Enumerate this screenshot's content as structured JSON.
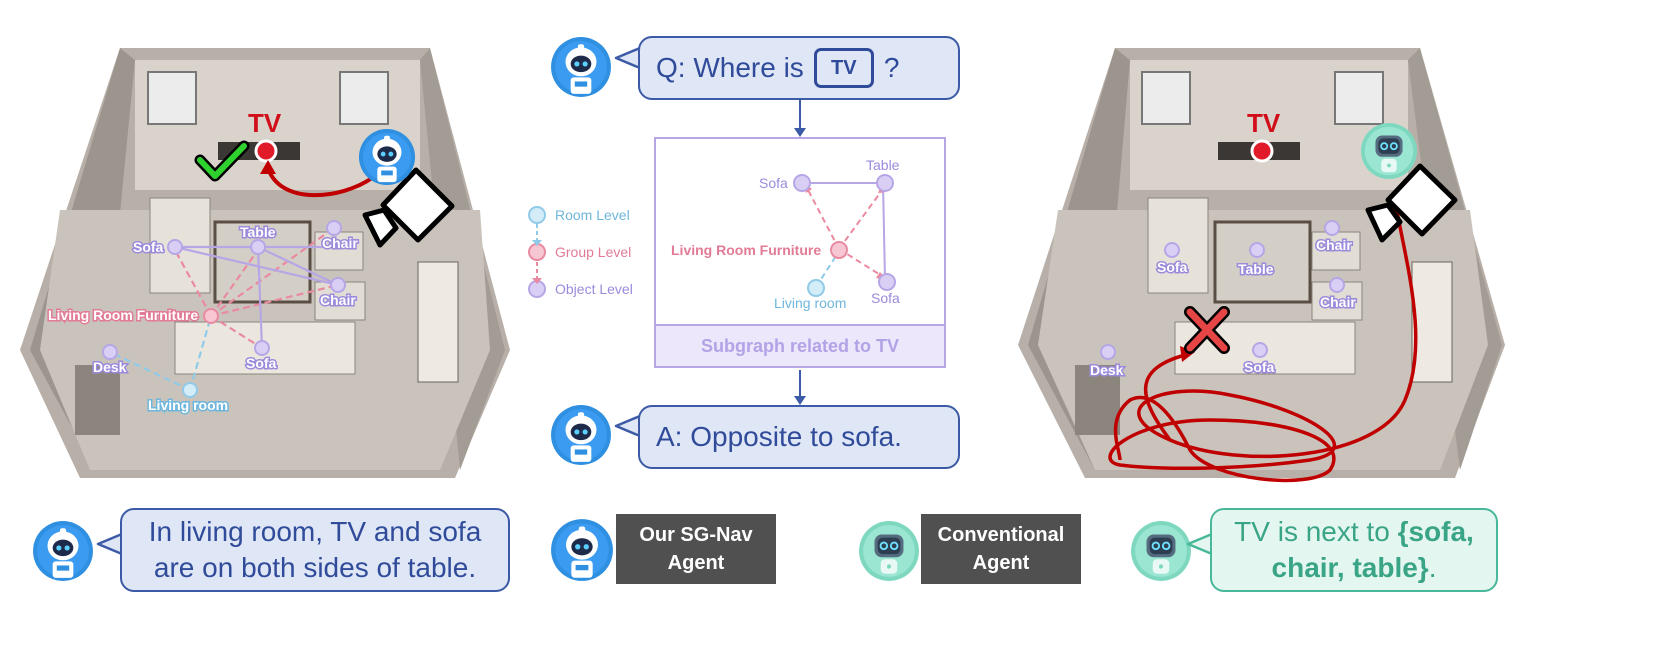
{
  "colors": {
    "blue_border": "#3c5aa6",
    "blue_fill": "#dfe6f6",
    "green_border": "#49b79a",
    "green_fill": "#e4f6f0",
    "room_level": "#8fcbe8",
    "group_level": "#e98aa0",
    "object_level": "#b7a6e6",
    "path_red": "#c00000"
  },
  "left_scene": {
    "target_label": "TV",
    "nodes": {
      "sofa_1": "Sofa",
      "table": "Table",
      "chair_1": "Chair",
      "chair_2": "Chair",
      "group": "Living Room Furniture",
      "sofa_2": "Sofa",
      "desk": "Desk",
      "room": "Living room"
    }
  },
  "right_scene": {
    "target_label": "TV",
    "nodes": {
      "sofa_1": "Sofa",
      "table": "Table",
      "chair_1": "Chair",
      "chair_2": "Chair",
      "desk": "Desk",
      "sofa_2": "Sofa"
    }
  },
  "question": {
    "prefix": "Q: Where is",
    "icon_text": "TV",
    "suffix": "?"
  },
  "answer": "A: Opposite to sofa.",
  "legend": [
    {
      "label": "Room Level"
    },
    {
      "label": "Group Level"
    },
    {
      "label": "Object Level"
    }
  ],
  "subgraph": {
    "title": "Subgraph related to TV",
    "nodes": {
      "sofa_top": "Sofa",
      "table": "Table",
      "group": "Living Room Furniture",
      "room": "Living room",
      "sofa_bottom": "Sofa"
    }
  },
  "bottom": {
    "left_bubble_line1": "In living room, TV and sofa",
    "left_bubble_line2": "are on both sides of table.",
    "our_agent_line1": "Our SG-Nav",
    "our_agent_line2": "Agent",
    "conv_agent_line1": "Conventional",
    "conv_agent_line2": "Agent",
    "right_bubble_prefix": "TV is next to ",
    "right_bubble_bold1": "{sofa,",
    "right_bubble_bold2": "chair, table}",
    "right_bubble_suffix": "."
  }
}
